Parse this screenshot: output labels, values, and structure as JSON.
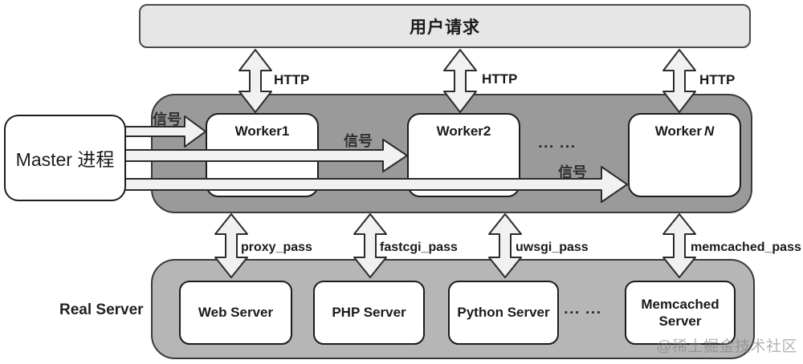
{
  "top_bar": {
    "label": "用户请求"
  },
  "http": {
    "label": "HTTP"
  },
  "master": {
    "label": "Master 进程"
  },
  "signal": {
    "label": "信号"
  },
  "workers": [
    {
      "label": "Worker1"
    },
    {
      "label": "Worker2"
    },
    {
      "label": "Worker",
      "suffix": "N"
    }
  ],
  "workers_ellipsis": "▪▪▪ ▪▪▪",
  "pass_labels": [
    {
      "label": "proxy_pass"
    },
    {
      "label": "fastcgi_pass"
    },
    {
      "label": "uwsgi_pass"
    },
    {
      "label": "memcached_pass"
    }
  ],
  "real_server": {
    "label": "Real Server"
  },
  "servers": [
    {
      "label": "Web Server"
    },
    {
      "label": "PHP Server"
    },
    {
      "label": "Python Server"
    },
    {
      "label": "Memcached Server"
    }
  ],
  "servers_ellipsis": "▪▪▪ ▪▪▪",
  "watermark": "@稀土掘金技术社区",
  "colors": {
    "top_bar_fill": "#e6e6e6",
    "workers_container_fill": "#9a9a9a",
    "real_server_container_fill": "#b6b6b6",
    "box_fill": "#ffffff",
    "arrow_fill": "#f1f1f1",
    "outline": "#2b2b2b",
    "watermark_gray": "#828282"
  }
}
